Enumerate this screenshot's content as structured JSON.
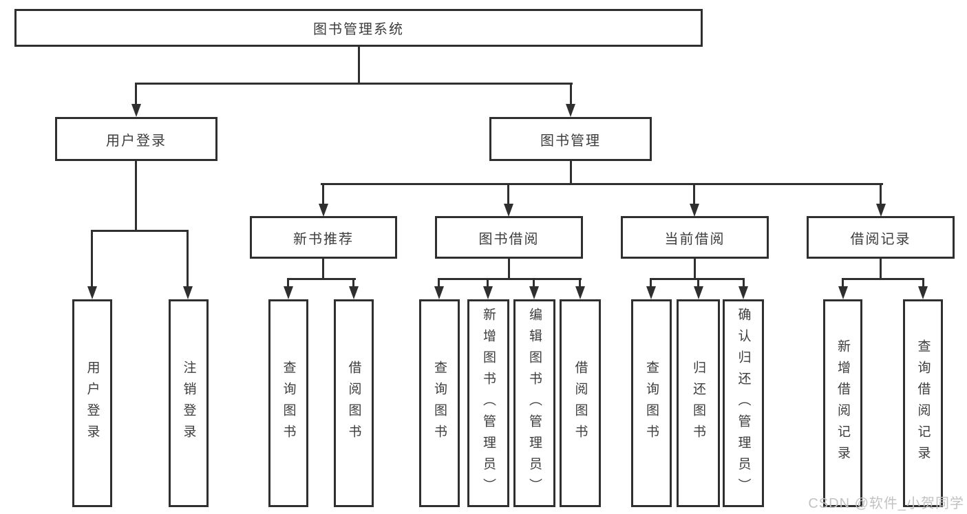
{
  "tree": {
    "label": "图书管理系统",
    "children": [
      {
        "label": "用户登录",
        "children": [
          {
            "label": "用户登录"
          },
          {
            "label": "注销登录"
          }
        ]
      },
      {
        "label": "图书管理",
        "children": [
          {
            "label": "新书推荐",
            "children": [
              {
                "label": "查询图书"
              },
              {
                "label": "借阅图书"
              }
            ]
          },
          {
            "label": "图书借阅",
            "children": [
              {
                "label": "查询图书"
              },
              {
                "label": "新增图书（管理员）"
              },
              {
                "label": "编辑图书（管理员）"
              },
              {
                "label": "借阅图书"
              }
            ]
          },
          {
            "label": "当前借阅",
            "children": [
              {
                "label": "查询图书"
              },
              {
                "label": "归还图书"
              },
              {
                "label": "确认归还（管理员）"
              }
            ]
          },
          {
            "label": "借阅记录",
            "children": [
              {
                "label": "新增借阅记录"
              },
              {
                "label": "查询借阅记录"
              }
            ]
          }
        ]
      }
    ]
  },
  "watermark": {
    "text": "CSDN @软件_小贺同学"
  },
  "colors": {
    "line": "#2f2f2f",
    "box_border": "#2f2f2f",
    "text": "#3d3d3d",
    "watermark": "#c2c2c2",
    "background": "#ffffff"
  }
}
